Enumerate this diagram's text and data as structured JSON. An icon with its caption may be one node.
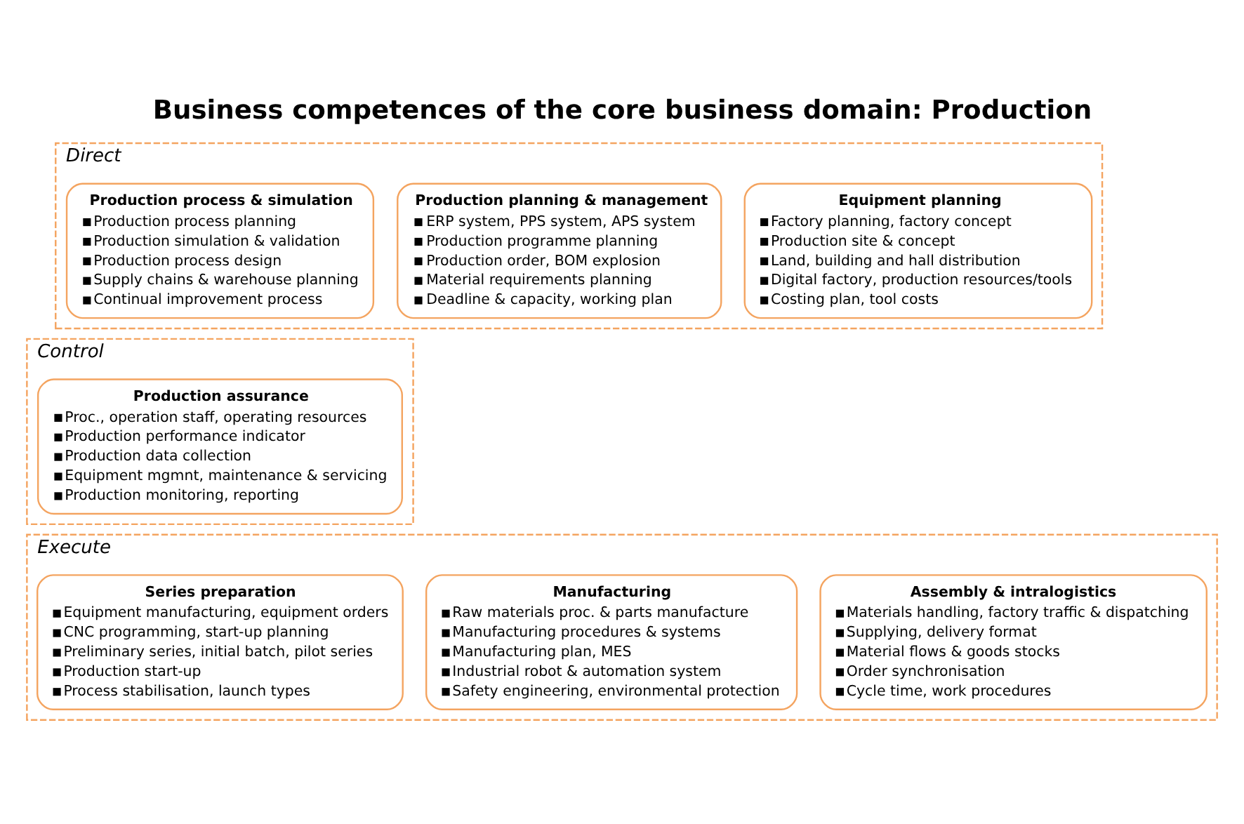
{
  "diagram": {
    "title": "Business competences of the core business domain: Production",
    "nodes": [
      {
        "text": [
          "Direct"
        ]
      },
      {
        "text": [
          "Production process & simulation",
          "Production process planning",
          "Production simulation & validation",
          "Production process design",
          "Supply chains & warehouse planning",
          "Continual improvement process"
        ],
        "in": 0
      },
      {
        "text": [
          "Production planning & management",
          "ERP system, PPS system, APS system",
          "Production programme planning",
          "Production order, BOM explosion",
          "Material requirements planning",
          "Deadline & capacity, working plan"
        ],
        "in": 0
      },
      {
        "text": [
          "Equipment planning",
          "Factory planning, factory concept",
          "Production site & concept",
          "Land, building and hall distribution",
          "Digital factory, production resources/tools",
          "Costing plan, tool costs"
        ],
        "in": 0
      },
      {
        "text": [
          "Control"
        ]
      },
      {
        "text": [
          "Production assurance",
          "Proc., operation staff, operating resources",
          "Production performance indicator",
          "Production data collection",
          "Equipment mgmnt, maintenance & servicing",
          "Production monitoring, reporting"
        ],
        "in": 4
      },
      {
        "text": [
          "Execute"
        ]
      },
      {
        "text": [
          "Series preparation",
          "Equipment manufacturing, equipment orders",
          "CNC programming, start-up planning",
          "Preliminary series, initial batch, pilot series",
          "Production start-up",
          "Process stabilisation, launch types"
        ],
        "in": 6
      },
      {
        "text": [
          "Manufacturing",
          "Raw materials proc. & parts manufacture",
          "Manufacturing procedures & systems",
          "Manufacturing plan, MES",
          "Industrial robot & automation system",
          "Safety engineering, environmental protection"
        ],
        "in": 6
      },
      {
        "text": [
          "Assembly & intralogistics",
          "Materials handling, factory traffic & dispatching",
          "Supplying, delivery format",
          "Material flows & goods stocks",
          "Order synchronisation",
          "Cycle time, work procedures"
        ],
        "in": 6
      }
    ]
  }
}
